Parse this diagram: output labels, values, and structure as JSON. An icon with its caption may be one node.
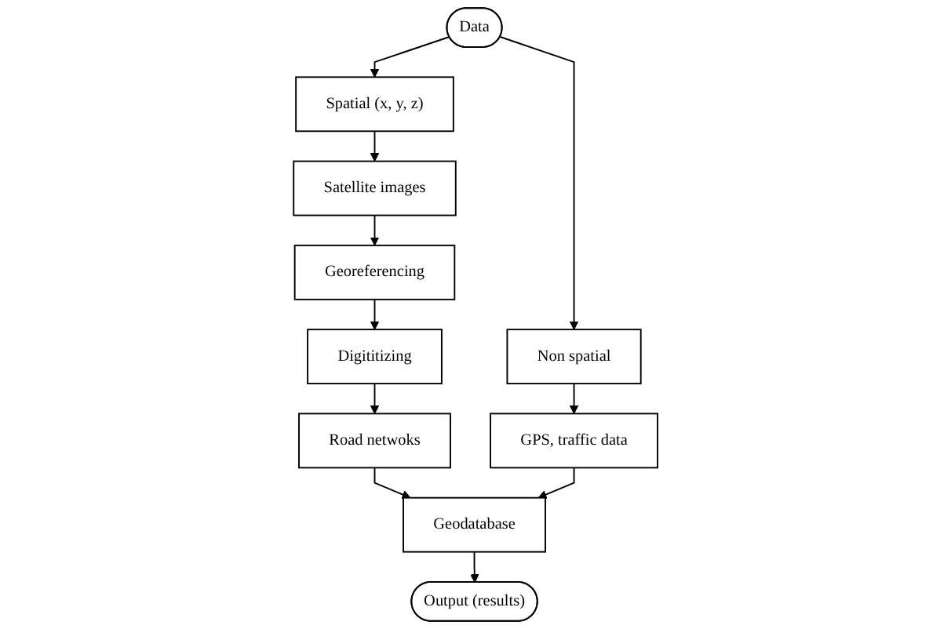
{
  "diagram": {
    "nodes": [
      {
        "text": [
          "Data"
        ]
      },
      {
        "text": [
          "Spatial (x, y, z)"
        ]
      },
      {
        "text": [
          "Satellite images"
        ]
      },
      {
        "text": [
          "Georeferencing"
        ]
      },
      {
        "text": [
          "Digititizing"
        ]
      },
      {
        "text": [
          "Road netwoks"
        ]
      },
      {
        "text": [
          "Non spatial"
        ]
      },
      {
        "text": [
          "GPS, traffic data"
        ]
      },
      {
        "text": [
          "Geodatabase"
        ]
      },
      {
        "text": [
          "Output (results)"
        ]
      }
    ],
    "edges": [
      {
        "from": 0,
        "to": 1,
        "arrow": "to"
      },
      {
        "from": 0,
        "to": 6,
        "arrow": "to"
      },
      {
        "from": 1,
        "to": 2,
        "arrow": "to"
      },
      {
        "from": 2,
        "to": 3,
        "arrow": "to"
      },
      {
        "from": 3,
        "to": 4,
        "arrow": "to"
      },
      {
        "from": 4,
        "to": 5,
        "arrow": "to"
      },
      {
        "from": 5,
        "to": 8,
        "arrow": "to"
      },
      {
        "from": 6,
        "to": 7,
        "arrow": "to"
      },
      {
        "from": 7,
        "to": 8,
        "arrow": "to"
      },
      {
        "from": 8,
        "to": 9,
        "arrow": "to"
      }
    ]
  }
}
